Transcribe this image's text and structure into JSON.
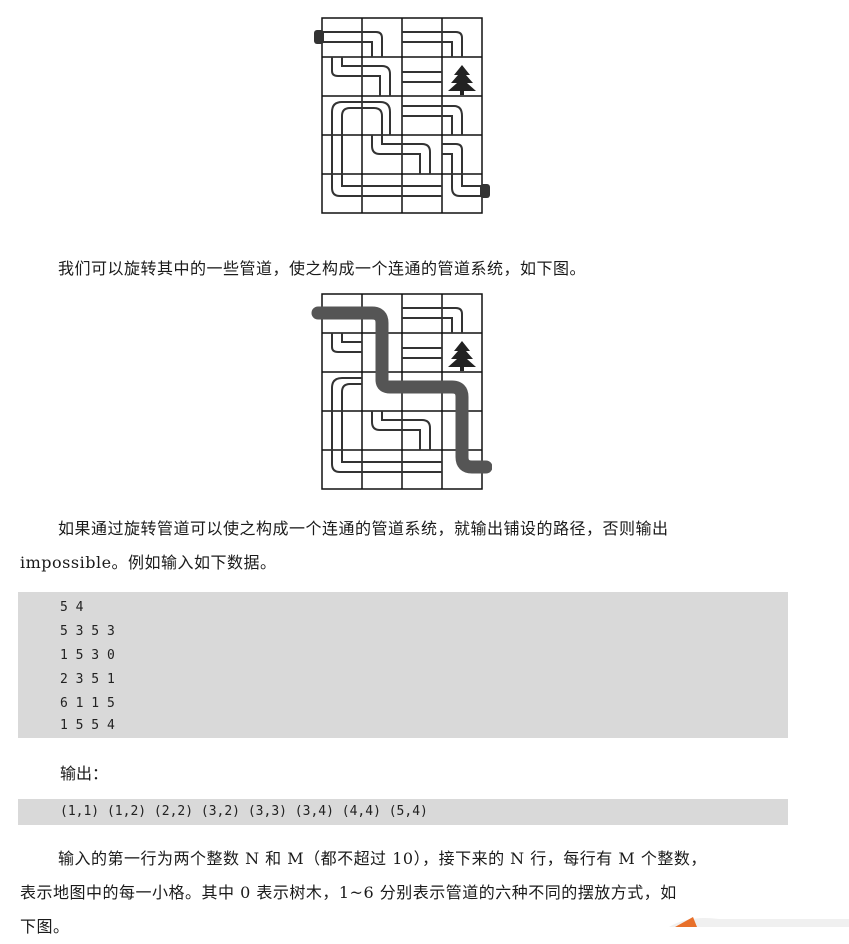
{
  "text": {
    "p1": "我们可以旋转其中的一些管道，使之构成一个连通的管道系统，如下图。",
    "p2_line1": "如果通过旋转管道可以使之构成一个连通的管道系统，就输出铺设的路径，否则输出",
    "p2_line2": "impossible。例如输入如下数据。",
    "output_label": "输出：",
    "p3_line1": "输入的第一行为两个整数 N 和 M（都不超过 10），接下来的 N 行，每行有 M 个整数，",
    "p3_line2": "表示地图中的每一小格。其中 0 表示树木，1~6 分别表示管道的六种不同的摆放方式，如",
    "p3_line3": "下图。"
  },
  "input_lines": [
    "5 4",
    "5 3 5 3",
    "1 5 3 0",
    "2 3 5 1",
    "6 1 1 5",
    "1 5 5 4"
  ],
  "output_line": "(1,1) (1,2) (2,2) (3,2) (3,3) (3,4) (4,4) (5,4)",
  "figures": {
    "grid_rows": 5,
    "grid_cols": 4,
    "tree_cell": [
      2,
      4
    ],
    "path_cells": [
      [
        1,
        1
      ],
      [
        1,
        2
      ],
      [
        2,
        2
      ],
      [
        3,
        2
      ],
      [
        3,
        3
      ],
      [
        3,
        4
      ],
      [
        4,
        4
      ],
      [
        5,
        4
      ]
    ],
    "colors": {
      "pipe": "#333333",
      "path": "#555555",
      "tree": "#222222",
      "grid": "#111111"
    }
  },
  "icons": {
    "tree": "tree-icon",
    "corner": "arrow-icon"
  }
}
